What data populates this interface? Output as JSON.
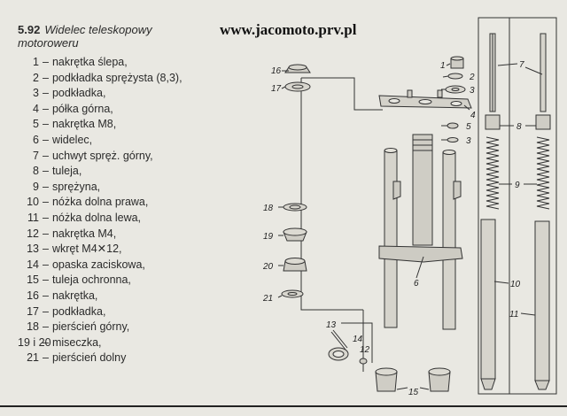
{
  "section": {
    "number": "5.92",
    "title": "Widelec teleskopowy motoroweru"
  },
  "watermark": "www.jacomoto.prv.pl",
  "parts": [
    {
      "num": "1",
      "name": "nakrętka ślepa,"
    },
    {
      "num": "2",
      "name": "podkładka sprężysta (8,3),"
    },
    {
      "num": "3",
      "name": "podkładka,"
    },
    {
      "num": "4",
      "name": "półka górna,"
    },
    {
      "num": "5",
      "name": "nakrętka M8,"
    },
    {
      "num": "6",
      "name": "widelec,"
    },
    {
      "num": "7",
      "name": "uchwyt spręż. górny,"
    },
    {
      "num": "8",
      "name": "tuleja,"
    },
    {
      "num": "9",
      "name": "sprężyna,"
    },
    {
      "num": "10",
      "name": "nóżka dolna prawa,"
    },
    {
      "num": "11",
      "name": "nóżka dolna lewa,"
    },
    {
      "num": "12",
      "name": "nakrętka M4,"
    },
    {
      "num": "13",
      "name": "wkręt M4✕12,"
    },
    {
      "num": "14",
      "name": "opaska zaciskowa,"
    },
    {
      "num": "15",
      "name": "tuleja ochronna,"
    },
    {
      "num": "16",
      "name": "nakrętka,"
    },
    {
      "num": "17",
      "name": "podkładka,"
    },
    {
      "num": "18",
      "name": "pierścień górny,"
    },
    {
      "num": "19 i 20",
      "name": "miseczka,"
    },
    {
      "num": "21",
      "name": "pierścień dolny"
    }
  ],
  "diagram_labels": {
    "l1": "1",
    "l2": "2",
    "l3a": "3",
    "l4": "4",
    "l5": "5",
    "l3b": "3",
    "l6": "6",
    "l7": "7",
    "l8": "8",
    "l9": "9",
    "l10": "10",
    "l11": "11",
    "l12": "12",
    "l13": "13",
    "l14": "14",
    "l15": "15",
    "l16": "16",
    "l17": "17",
    "l18": "18",
    "l19": "19",
    "l20": "20",
    "l21": "21"
  }
}
